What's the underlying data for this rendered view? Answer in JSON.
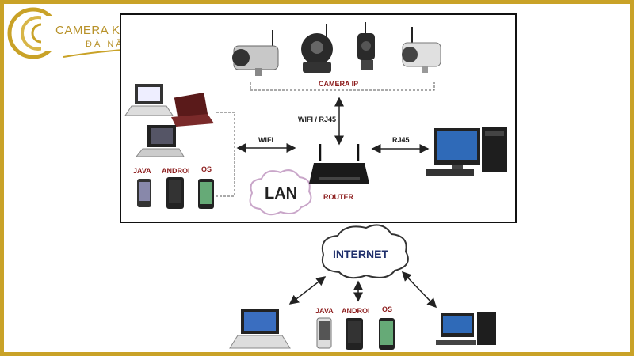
{
  "logo": {
    "line1": "CAMERA KHONG DÂY",
    "line2": "ĐÀ NẴNG"
  },
  "lan": {
    "camera_label": "CAMERA IP",
    "wifi_rj45_label": "WIFI / RJ45",
    "wifi_label": "WIFI",
    "rj45_label": "RJ45",
    "router_label": "ROUTER",
    "lan_label": "LAN",
    "os_labels": [
      "JAVA",
      "ANDROI",
      "OS"
    ]
  },
  "internet": {
    "cloud_label": "INTERNET",
    "os_labels": [
      "JAVA",
      "ANDROI",
      "OS"
    ]
  },
  "colors": {
    "border": "#c9a227",
    "label_red": "#8b1a1a",
    "cloud_stroke": "#c9a6c9"
  }
}
